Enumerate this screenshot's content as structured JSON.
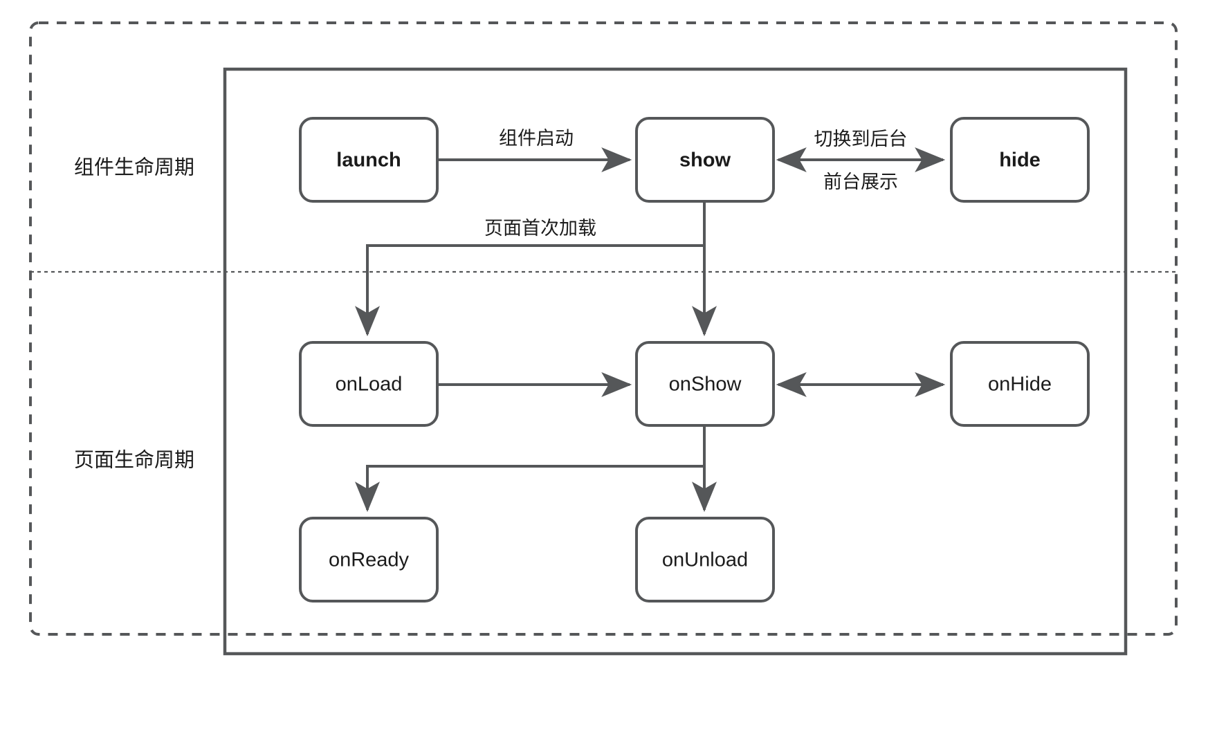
{
  "diagram": {
    "title": "",
    "colors": {
      "stroke": "#555759",
      "text": "#1b1b1b",
      "background": "#ffffff"
    },
    "sections": [
      {
        "id": "component",
        "label": "组件生命周期"
      },
      {
        "id": "page",
        "label": "页面生命周期"
      }
    ],
    "nodes": [
      {
        "id": "launch",
        "label": "launch",
        "bold": true,
        "section": "component"
      },
      {
        "id": "show",
        "label": "show",
        "bold": true,
        "section": "component"
      },
      {
        "id": "hide",
        "label": "hide",
        "bold": true,
        "section": "component"
      },
      {
        "id": "onLoad",
        "label": "onLoad",
        "bold": false,
        "section": "page"
      },
      {
        "id": "onShow",
        "label": "onShow",
        "bold": false,
        "section": "page"
      },
      {
        "id": "onHide",
        "label": "onHide",
        "bold": false,
        "section": "page"
      },
      {
        "id": "onReady",
        "label": "onReady",
        "bold": false,
        "section": "page"
      },
      {
        "id": "onUnload",
        "label": "onUnload",
        "bold": false,
        "section": "page"
      }
    ],
    "edges": [
      {
        "id": "launch-show",
        "from": "launch",
        "to": "show",
        "label": "组件启动",
        "direction": "forward"
      },
      {
        "id": "show-hide-top",
        "from": "show",
        "to": "hide",
        "label": "切换到后台",
        "direction": "both"
      },
      {
        "id": "show-hide-bottom",
        "from": "show",
        "to": "hide",
        "label": "前台展示",
        "direction": "both"
      },
      {
        "id": "show-onLoad",
        "from": "show",
        "to": "onLoad",
        "label": "页面首次加载",
        "direction": "forward"
      },
      {
        "id": "show-onShow",
        "from": "show",
        "to": "onShow",
        "label": "",
        "direction": "forward"
      },
      {
        "id": "onLoad-onShow",
        "from": "onLoad",
        "to": "onShow",
        "label": "",
        "direction": "forward"
      },
      {
        "id": "onShow-onHide",
        "from": "onShow",
        "to": "onHide",
        "label": "",
        "direction": "both"
      },
      {
        "id": "onShow-onReady",
        "from": "onShow",
        "to": "onReady",
        "label": "",
        "direction": "forward"
      },
      {
        "id": "onShow-onUnload",
        "from": "onShow",
        "to": "onUnload",
        "label": "",
        "direction": "forward"
      }
    ]
  }
}
